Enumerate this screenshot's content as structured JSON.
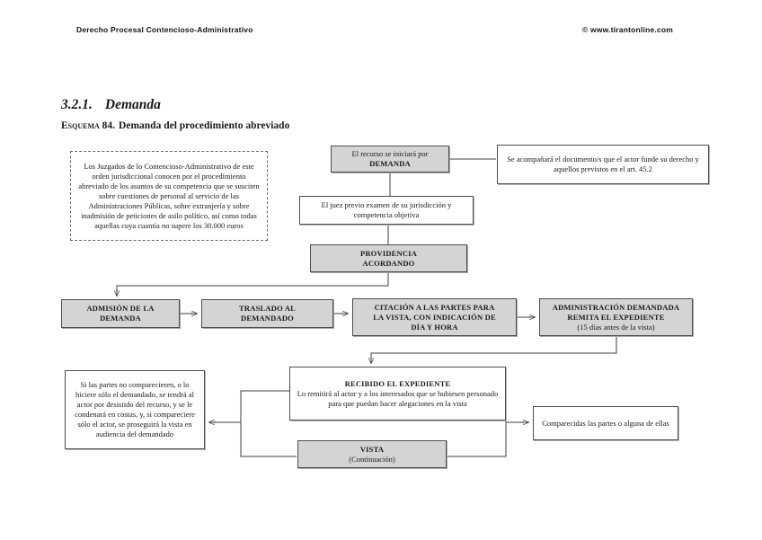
{
  "header": {
    "left": "Derecho Procesal Contencioso-Administrativo",
    "right": "© www.tirantonline.com"
  },
  "section": {
    "number": "3.2.1.",
    "title": "Demanda",
    "schema_label": "Esquema 84.",
    "schema_title": "Demanda del procedimiento abreviado"
  },
  "flowchart": {
    "nodes": {
      "juzgados_note": "Los Juzgados de lo Contencioso-Administrativo de este orden jurisdiccional conocen por el procedimiento abreviado de los asuntos de su competencia que se susciten sobre cuestiones de personal al servicio de las Administraciones Públicas, sobre extranjería y sobre inadmisión de peticiones de asilo político, así como todas aquellas cuya cuantía no supere los 30.000 euros",
      "demanda": {
        "line1": "El recurso se iniciará por",
        "line2": "DEMANDA"
      },
      "acompanara": "Se acompañará el documento/s que el actor funde su derecho y aquellos previstos en el art. 45.2",
      "juez": "El juez previo examen de su jurisdicción y competencia objetiva",
      "providencia": {
        "lines": [
          "PROVIDENCIA",
          "ACORDANDO"
        ]
      },
      "admision": {
        "lines": [
          "ADMISIÓN DE LA",
          "DEMANDA"
        ]
      },
      "traslado": {
        "lines": [
          "TRASLADO AL",
          "DEMANDADO"
        ]
      },
      "citacion": {
        "lines": [
          "CITACIÓN A LAS PARTES PARA",
          "LA VISTA, CON INDICACIÓN DE",
          "DÍA Y HORA"
        ]
      },
      "administracion": {
        "lines": [
          "ADMINISTRACIÓN DEMANDADA",
          "REMITA EL EXPEDIENTE"
        ],
        "note": "(15 días antes de la vista)"
      },
      "recibido": {
        "title": "RECIBIDO EL EXPEDIENTE",
        "body": "Lo remitirá al actor y a los interesados que se hubiesen personado para que puedan hacer alegaciones en la vista"
      },
      "no_comparecen": "Si las partes no comparecieren, o lo hiciere sólo el demandado, se tendrá al actor por desistido del recurso, y se le condenará en costas, y, si compareciere sólo el actor, se proseguirá la vista en audiencia del demandado",
      "vista": {
        "title": "VISTA",
        "note": "(Continuación)"
      },
      "comparecidas": "Comparecidas las partes o alguna de ellas"
    },
    "colors": {
      "box_fill_gray": "#d4d4d4",
      "box_border": "#4e4e4e",
      "line": "#3f3f3f"
    }
  }
}
